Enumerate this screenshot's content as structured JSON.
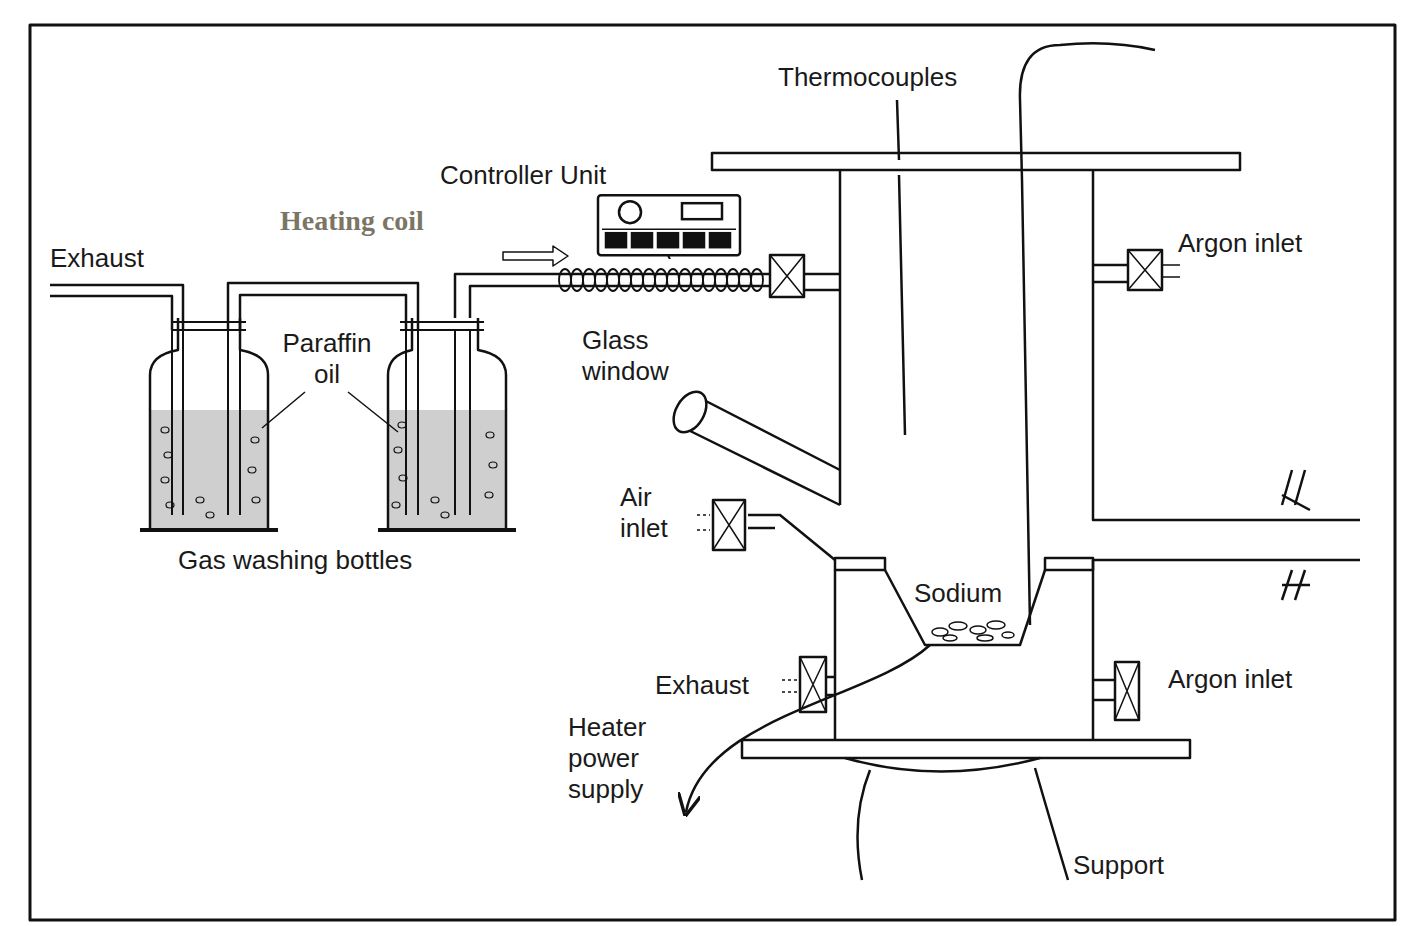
{
  "diagram": {
    "nodes": [
      {
        "text": [
          "Controller Unit"
        ]
      }
    ],
    "labels": [
      "Thermocouples",
      "Heating coil",
      "Exhaust",
      "Argon inlet",
      "Paraffin oil",
      "Glass window",
      "Air inlet",
      "Gas washing bottles",
      "Sodium",
      "Exhaust",
      "Argon inlet",
      "Heater power supply",
      "Support"
    ]
  }
}
